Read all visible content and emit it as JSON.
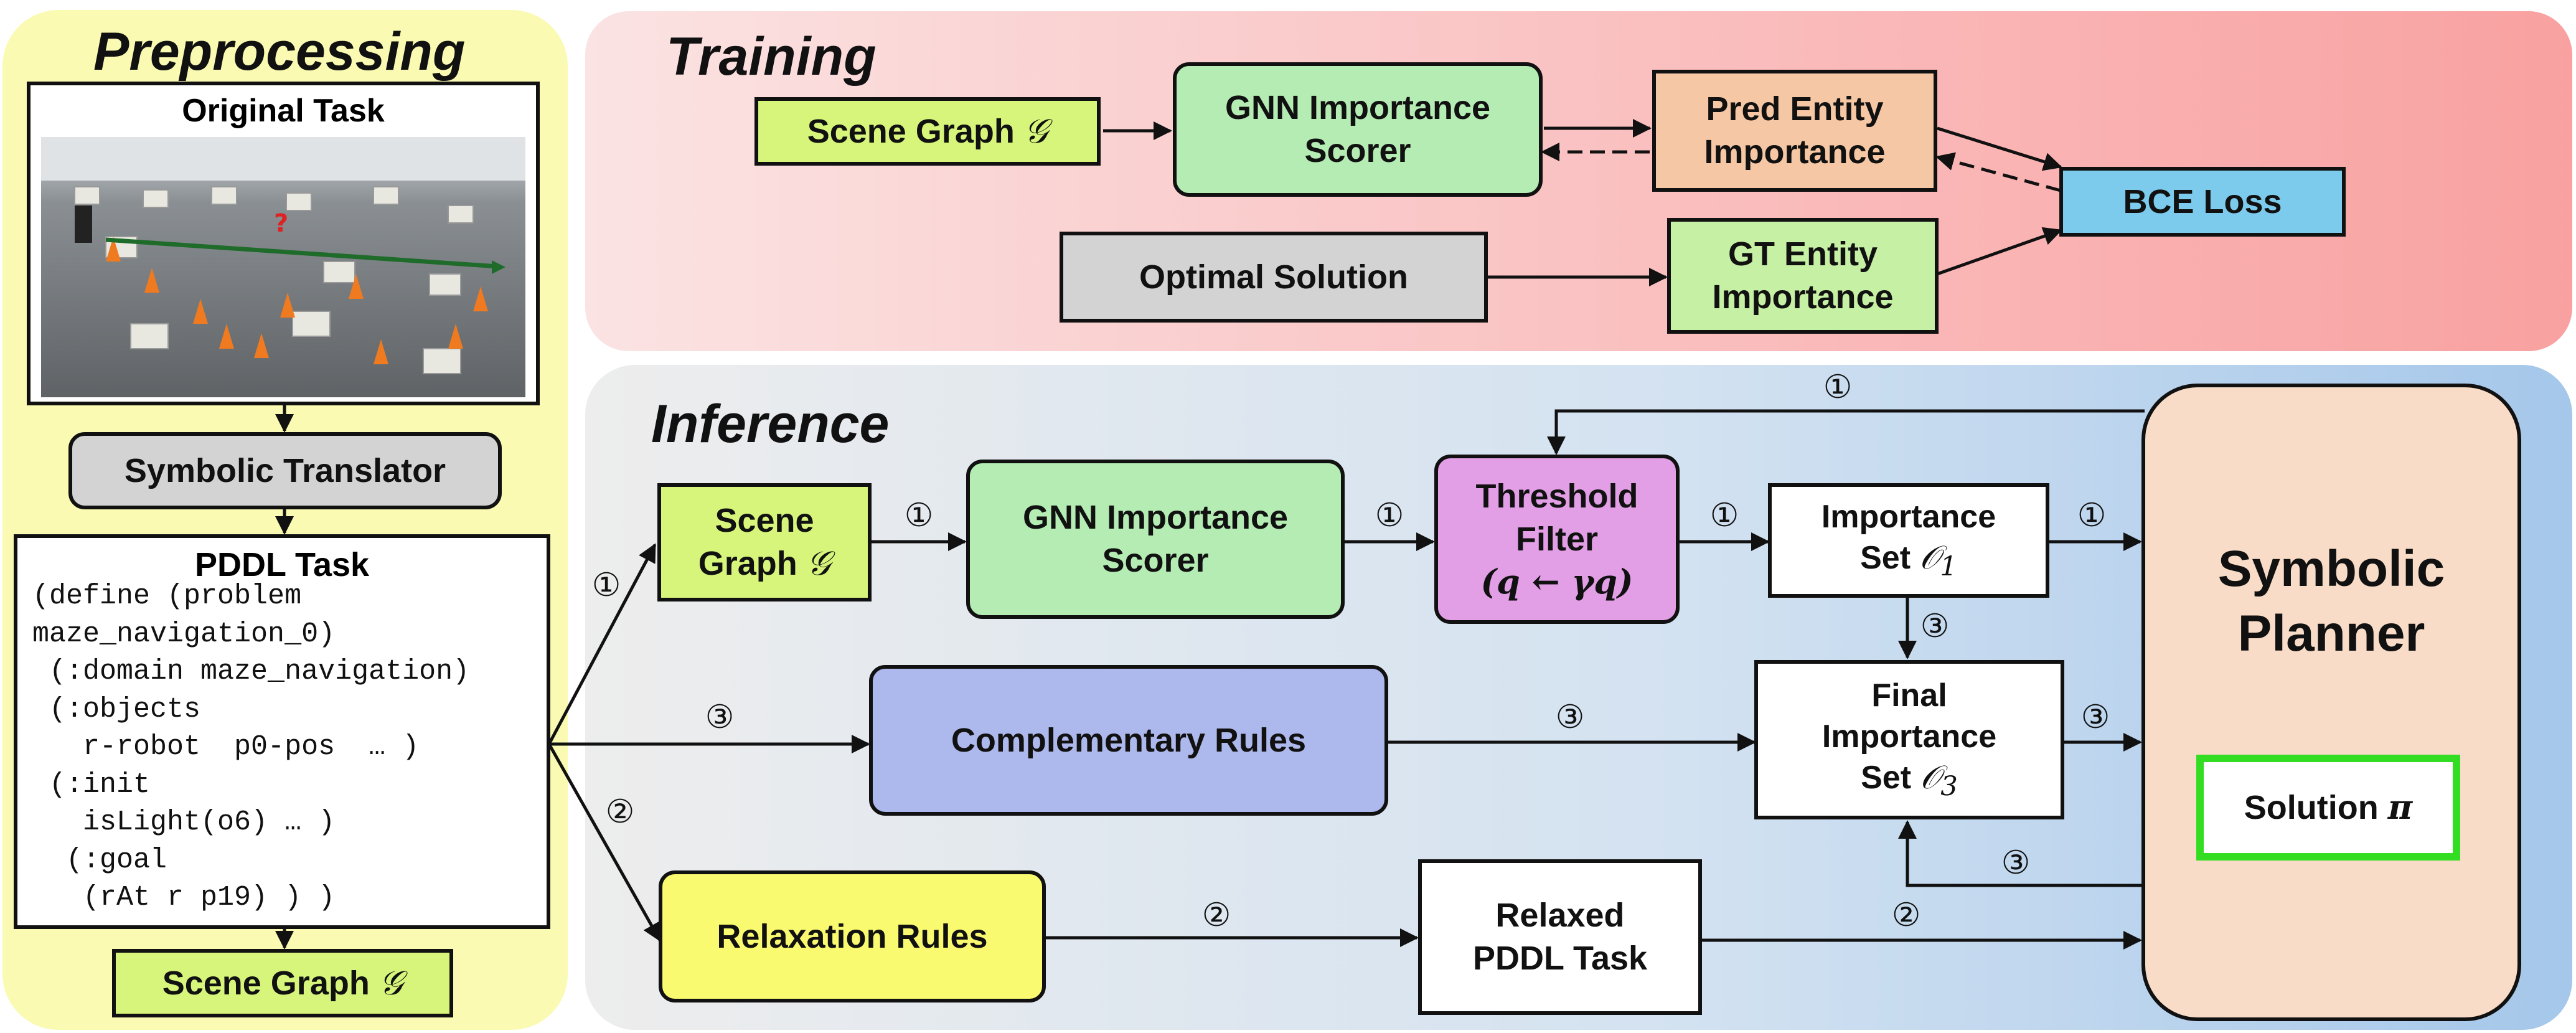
{
  "panels": {
    "preprocessing_title": "Preprocessing",
    "training_title": "Training",
    "inference_title": "Inference"
  },
  "preprocessing": {
    "original_task_label": "Original Task",
    "symbolic_translator": "Symbolic Translator",
    "pddl_task_title": "PDDL Task",
    "pddl_code": "(define (problem\nmaze_navigation_0)\n (:domain maze_navigation)\n (:objects\n   r-robot  p0-pos  … )\n (:init\n   isLight(o6) … )\n  (:goal\n   (rAt r p19) ) )",
    "scene_graph_label": "Scene Graph",
    "scene_graph_symbol": "𝒢"
  },
  "training": {
    "scene_graph_label": "Scene Graph",
    "scene_graph_symbol": "𝒢",
    "gnn_scorer": "GNN Importance\nScorer",
    "pred_entity": "Pred Entity\nImportance",
    "bce_loss": "BCE Loss",
    "optimal_solution": "Optimal Solution",
    "gt_entity": "GT Entity\nImportance"
  },
  "inference": {
    "scene_graph_label": "Scene\nGraph",
    "scene_graph_symbol": "𝒢",
    "gnn_scorer": "GNN Importance\nScorer",
    "threshold_title": "Threshold\nFilter",
    "threshold_formula": "(q ← γq)",
    "importance_set_label": "Importance\nSet",
    "importance_set_symbol": "𝒪",
    "importance_set_sub": "1",
    "complementary_rules": "Complementary Rules",
    "final_set_label": "Final\nImportance\nSet",
    "final_set_symbol": "𝒪",
    "final_set_sub": "3",
    "relaxation_rules": "Relaxation Rules",
    "relaxed_pddl": "Relaxed\nPDDL Task",
    "planner_title": "Symbolic\nPlanner",
    "solution_label": "Solution",
    "solution_symbol": "π",
    "step_markers": {
      "one": "①",
      "two": "②",
      "three": "③"
    }
  },
  "colors": {
    "preprocessing_bg": "#fafab0",
    "training_bg_left": "#fbe1e1",
    "training_bg_right": "#f9a3a3",
    "inference_bg_left": "#ececec",
    "inference_bg_right": "#a9c9ea",
    "scene_graph": "#d6f57a",
    "gnn": "#b4ecb4",
    "pred_entity": "#f6c7a4",
    "bce": "#7ccbec",
    "optimal": "#d3d3d3",
    "gt_entity": "#c6f0a4",
    "translator": "#d3d3d3",
    "threshold": "#e29fe6",
    "complementary": "#adb8ec",
    "relaxation": "#fafa70",
    "planner": "#f8dcc7",
    "solution_border": "#33dd22"
  }
}
